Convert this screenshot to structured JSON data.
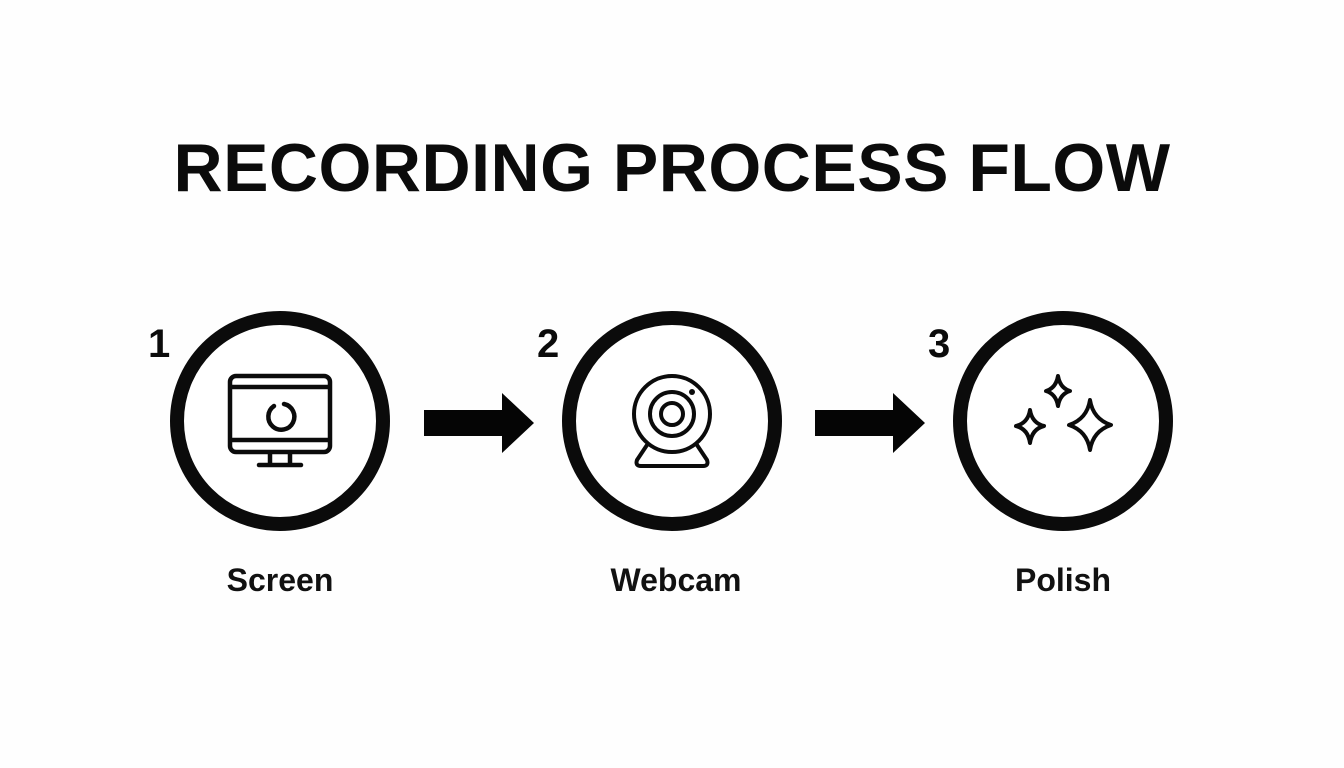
{
  "title": "RECORDING PROCESS FLOW",
  "colors": {
    "background": "#fefefe",
    "foreground": "#0b0b0b"
  },
  "steps": [
    {
      "number": "1",
      "label": "Screen",
      "icon": "monitor-refresh-icon"
    },
    {
      "number": "2",
      "label": "Webcam",
      "icon": "webcam-icon"
    },
    {
      "number": "3",
      "label": "Polish",
      "icon": "sparkles-icon"
    }
  ],
  "connectors": [
    {
      "from": "1",
      "to": "2",
      "icon": "arrow-right-icon"
    },
    {
      "from": "2",
      "to": "3",
      "icon": "arrow-right-icon"
    }
  ]
}
